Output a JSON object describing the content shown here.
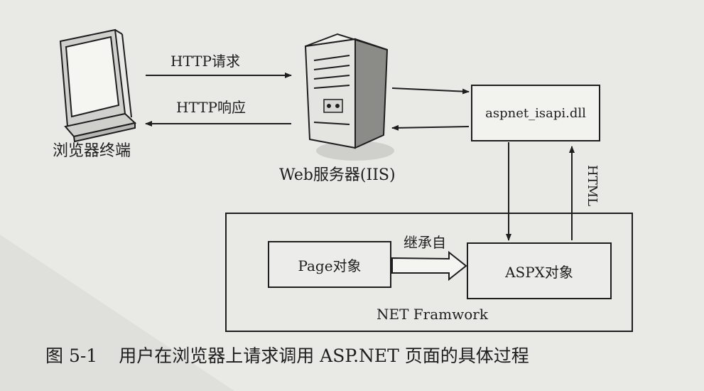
{
  "diagram": {
    "nodes": {
      "browser": {
        "label": "浏览器终端",
        "icon": "monitor-icon"
      },
      "server": {
        "label": "Web服务器(IIS)",
        "icon": "server-tower-icon"
      },
      "isapi": {
        "label": "aspnet_isapi.dll"
      },
      "framework": {
        "label": "NET Framwork"
      },
      "page_object": {
        "label": "Page对象"
      },
      "aspx_object": {
        "label": "ASPX对象"
      }
    },
    "edges": {
      "http_request": "HTTP请求",
      "http_response": "HTTP响应",
      "inherit": "继承自",
      "html": "HTML"
    }
  },
  "caption": {
    "number": "图 5-1",
    "text": "用户在浏览器上请求调用 ASP.NET 页面的具体过程"
  },
  "colors": {
    "paper": "#e9e9e6",
    "ink": "#1e1e1e"
  }
}
